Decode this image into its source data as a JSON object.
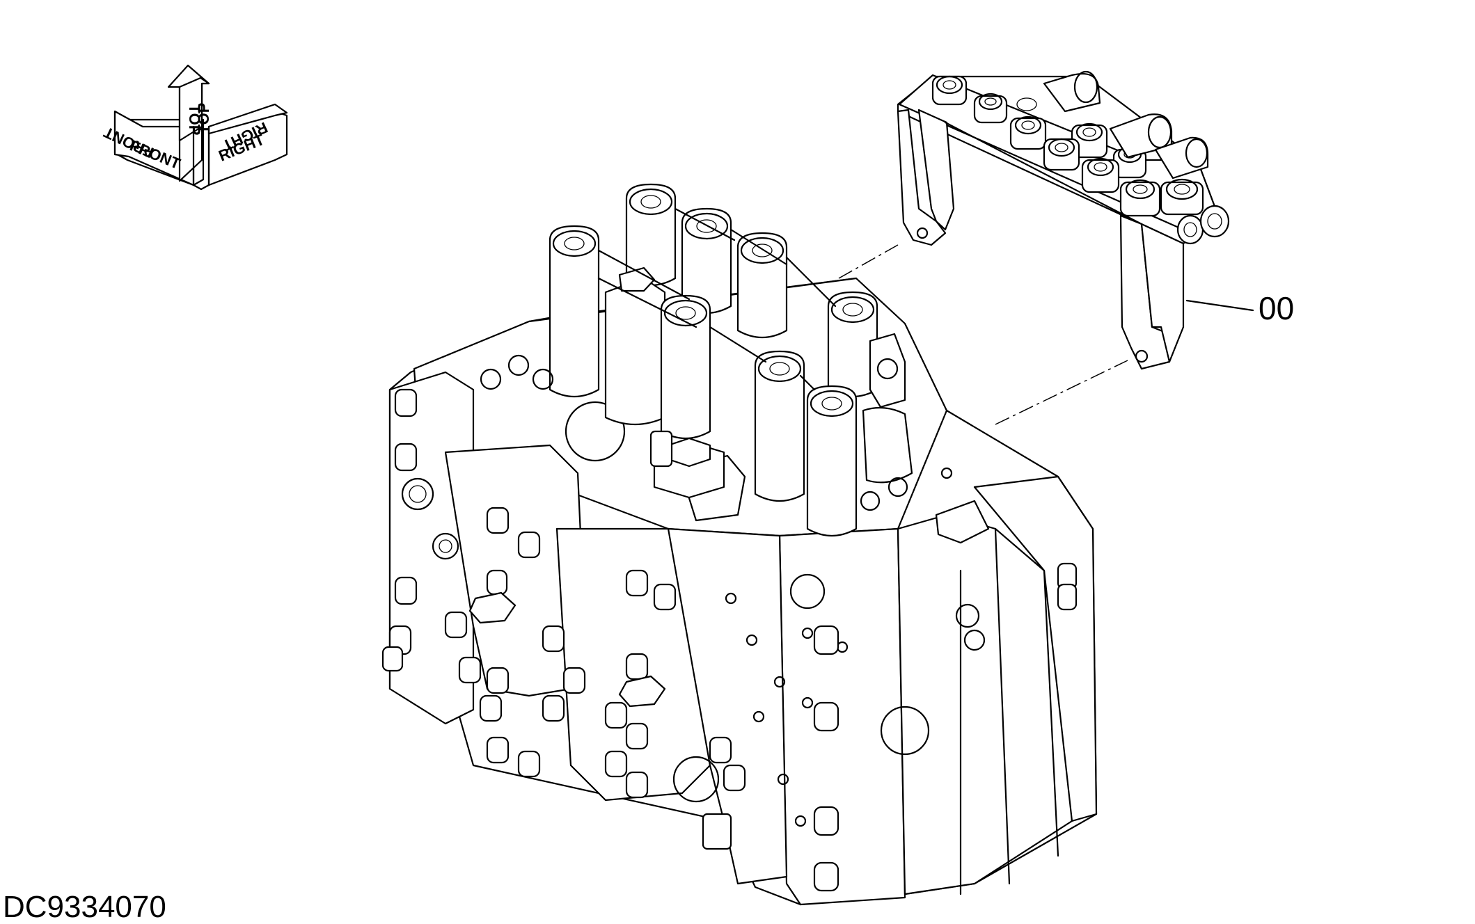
{
  "orientation_icon": {
    "labels": {
      "front": "FRONT",
      "top": "TOP",
      "right": "RIGHT"
    }
  },
  "callout": {
    "number": "00"
  },
  "drawing_id": "DC9334070"
}
